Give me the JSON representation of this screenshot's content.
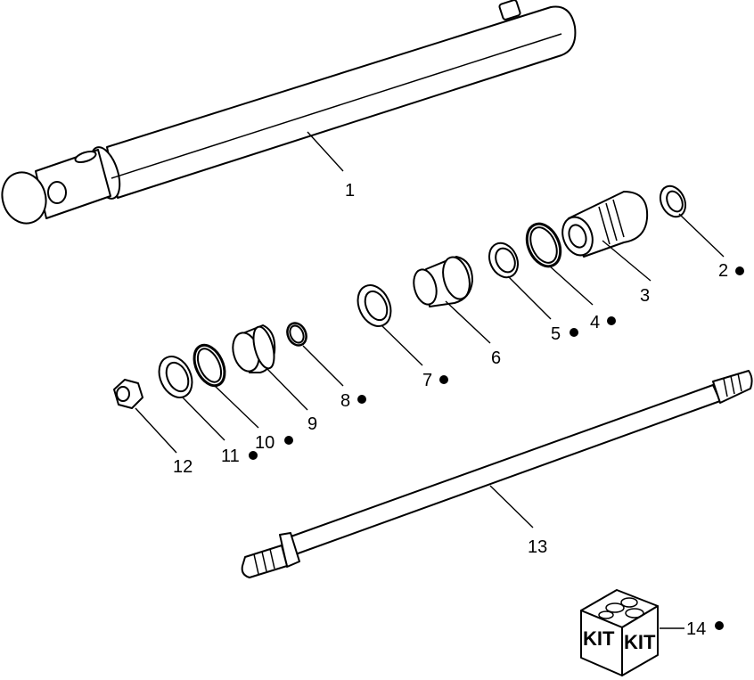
{
  "callouts": [
    {
      "id": "1",
      "label": "1",
      "bullet": false
    },
    {
      "id": "2",
      "label": "2",
      "bullet": true
    },
    {
      "id": "3",
      "label": "3",
      "bullet": false
    },
    {
      "id": "4",
      "label": "4",
      "bullet": true
    },
    {
      "id": "5",
      "label": "5",
      "bullet": true
    },
    {
      "id": "6",
      "label": "6",
      "bullet": false
    },
    {
      "id": "7",
      "label": "7",
      "bullet": true
    },
    {
      "id": "8",
      "label": "8",
      "bullet": true
    },
    {
      "id": "9",
      "label": "9",
      "bullet": false
    },
    {
      "id": "10",
      "label": "10",
      "bullet": true
    },
    {
      "id": "11",
      "label": "11",
      "bullet": true
    },
    {
      "id": "12",
      "label": "12",
      "bullet": false
    },
    {
      "id": "13",
      "label": "13",
      "bullet": false
    },
    {
      "id": "14",
      "label": "14",
      "bullet": true
    }
  ],
  "kit_box": {
    "left_face": "KIT",
    "right_face": "KIT"
  }
}
